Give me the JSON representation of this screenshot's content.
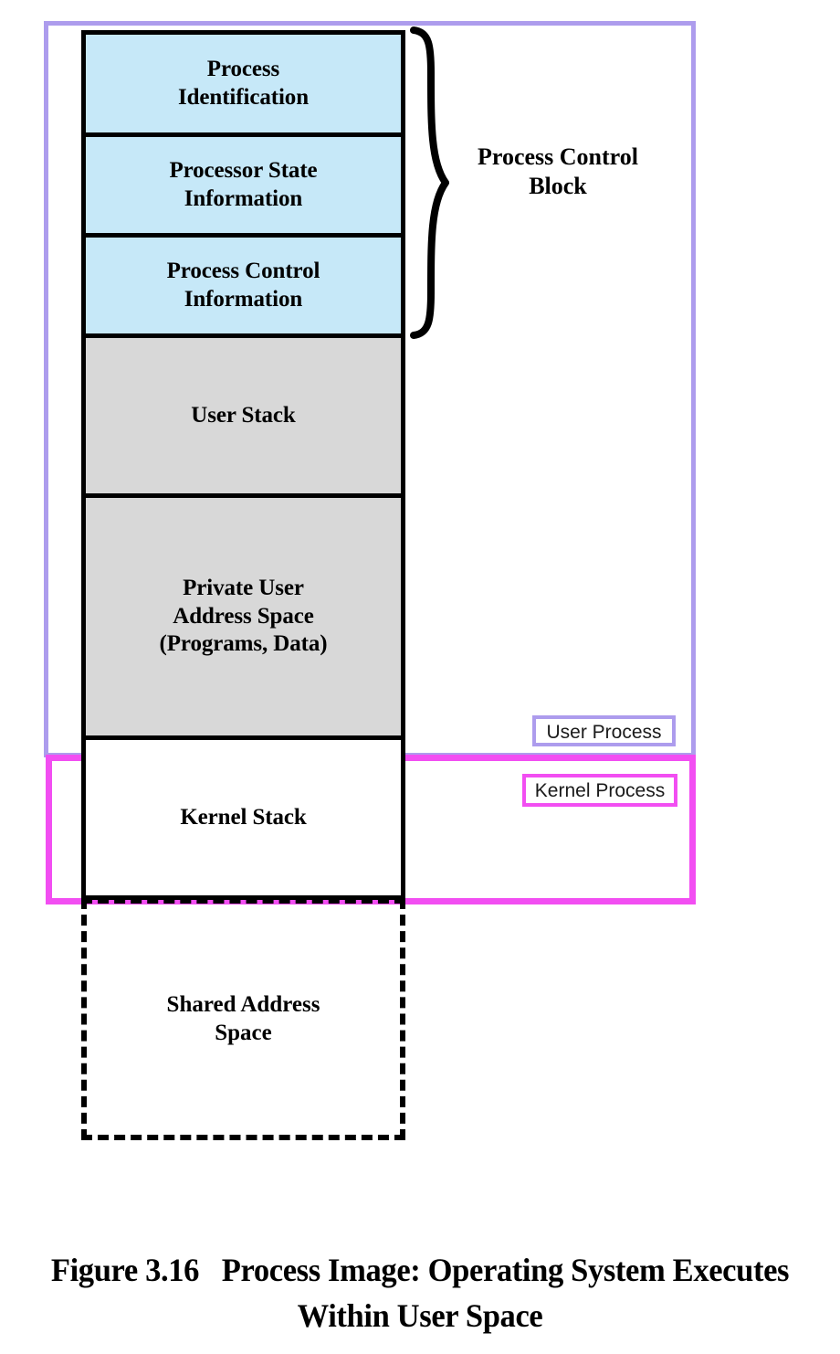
{
  "figure": {
    "caption_number": "Figure 3.16",
    "caption_text": "Process Image: Operating System Executes Within User Space"
  },
  "diagram": {
    "blocks": [
      {
        "id": "process-identification",
        "label": "Process\nIdentification",
        "fill": "#c6e8f8",
        "style": "solid",
        "part_of": "Process Control Block"
      },
      {
        "id": "processor-state",
        "label": "Processor State\nInformation",
        "fill": "#c6e8f8",
        "style": "solid",
        "part_of": "Process Control Block"
      },
      {
        "id": "process-control-information",
        "label": "Process Control\nInformation",
        "fill": "#c6e8f8",
        "style": "solid",
        "part_of": "Process Control Block"
      },
      {
        "id": "user-stack",
        "label": "User Stack",
        "fill": "#d8d8d8",
        "style": "solid",
        "part_of": ""
      },
      {
        "id": "private-user-address-space",
        "label": "Private User\nAddress Space\n(Programs, Data)",
        "fill": "#d8d8d8",
        "style": "solid",
        "part_of": ""
      },
      {
        "id": "kernel-stack",
        "label": "Kernel Stack",
        "fill": "#ffffff",
        "style": "solid",
        "part_of": ""
      },
      {
        "id": "shared-address-space",
        "label": "Shared Address\nSpace",
        "fill": "#ffffff",
        "style": "dashed",
        "part_of": ""
      }
    ],
    "brace_label": "Process Control\nBlock",
    "regions": [
      {
        "id": "user-process",
        "label": "User Process",
        "color": "#ad9ced"
      },
      {
        "id": "kernel-process",
        "label": "Kernel Process",
        "color": "#f24ef2"
      }
    ]
  },
  "colors": {
    "pcb_fill": "#c6e8f8",
    "user_fill": "#d8d8d8",
    "white_fill": "#ffffff",
    "outline": "#000000",
    "user_process_accent": "#ad9ced",
    "kernel_process_accent": "#f24ef2"
  }
}
